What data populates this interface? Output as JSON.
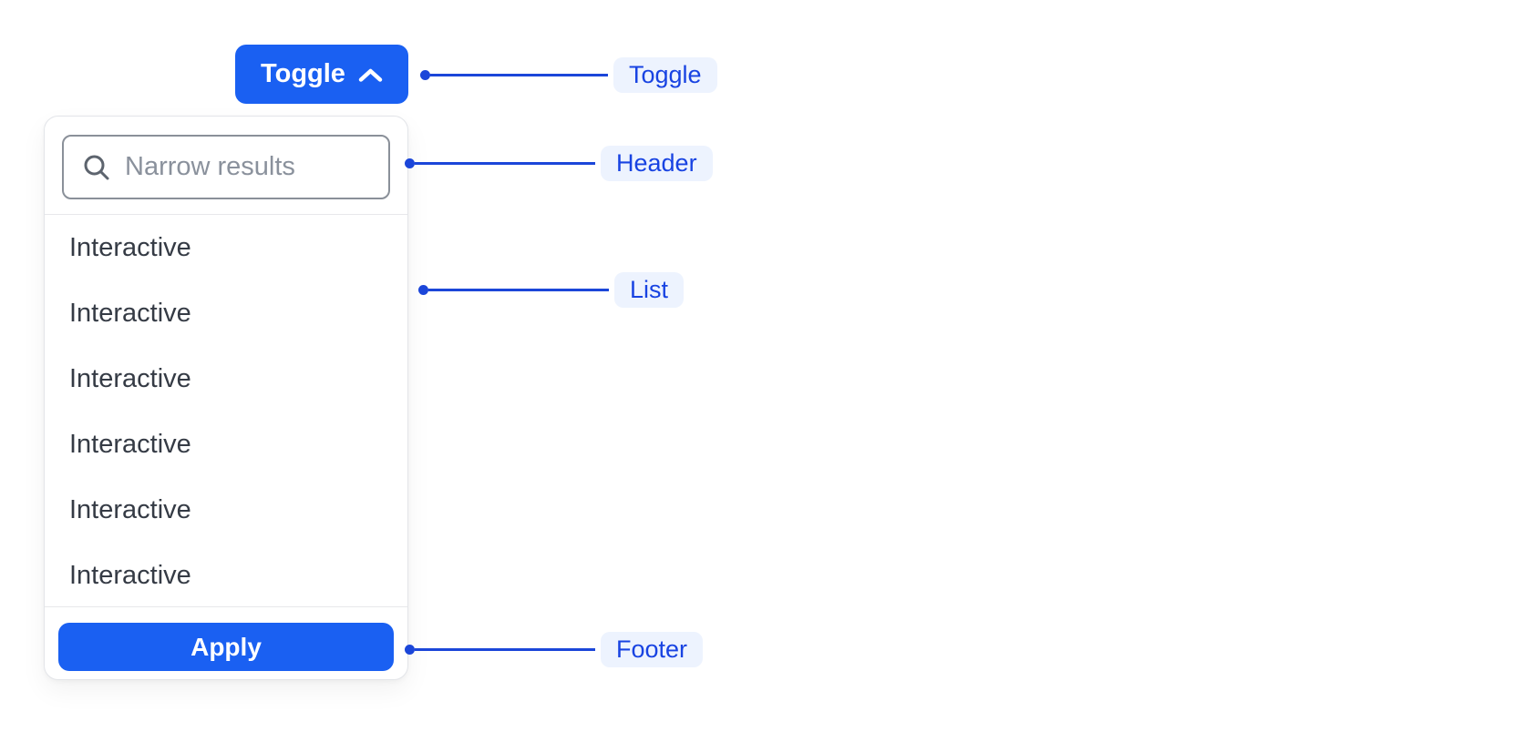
{
  "toggle_button": {
    "label": "Toggle",
    "icon": "chevron-up-icon"
  },
  "popover": {
    "search": {
      "placeholder": "Narrow results",
      "value": "",
      "icon": "search-icon"
    },
    "list_items": [
      "Interactive",
      "Interactive",
      "Interactive",
      "Interactive",
      "Interactive",
      "Interactive"
    ],
    "footer": {
      "apply_label": "Apply"
    }
  },
  "annotations": [
    {
      "label": "Toggle"
    },
    {
      "label": "Header"
    },
    {
      "label": "List"
    },
    {
      "label": "Footer"
    }
  ],
  "colors": {
    "primary_blue": "#1a60f2",
    "annotation_blue": "#1b46d9",
    "annotation_pill_bg": "#edf3fe",
    "list_text": "#353b45",
    "input_border": "#8a9099",
    "panel_border": "#e3e5e9"
  }
}
